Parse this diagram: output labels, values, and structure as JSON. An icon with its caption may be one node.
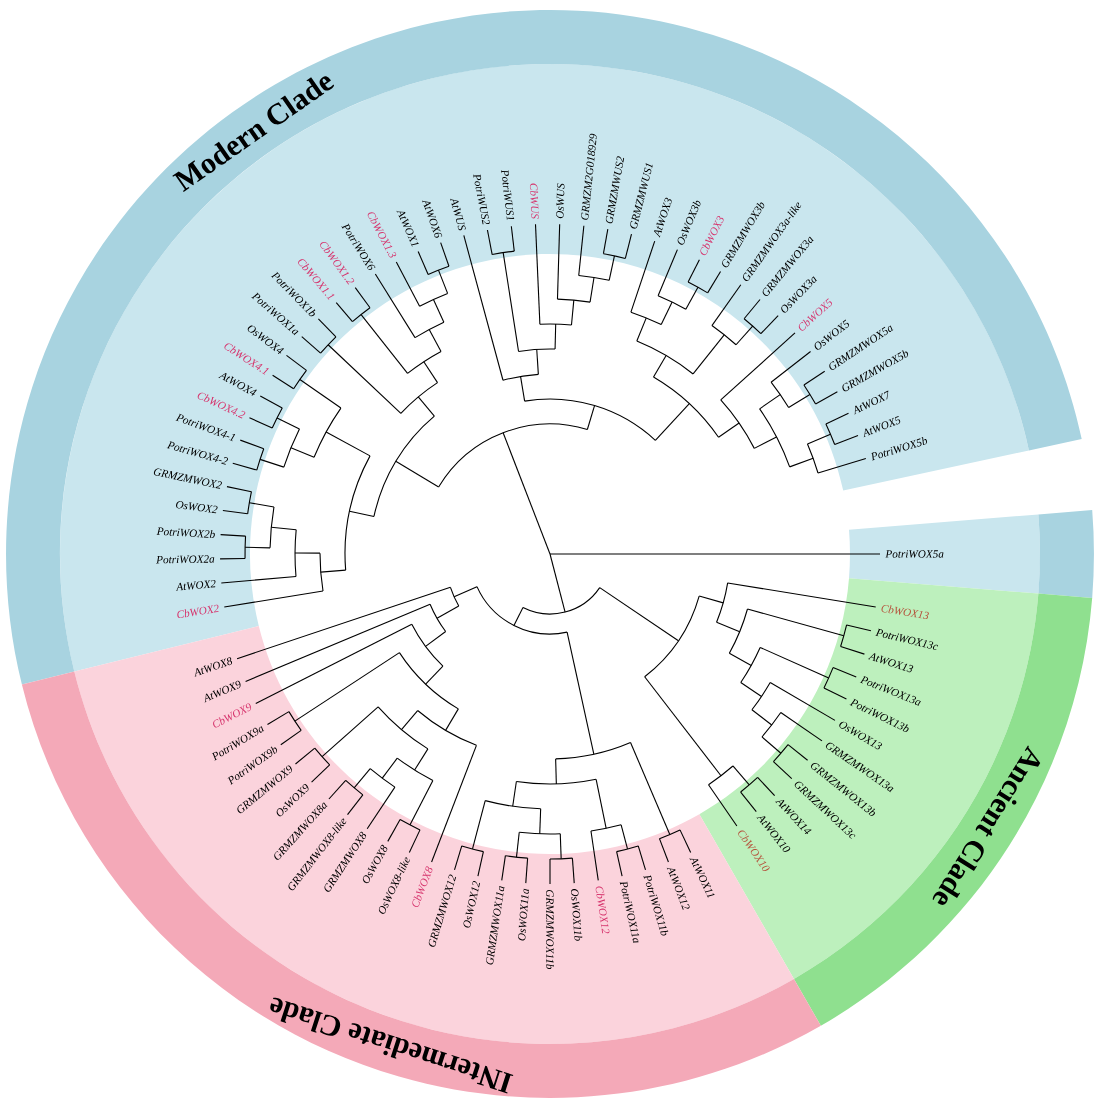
{
  "diagram": {
    "nodes": [
      {
        "text": [
          "Modern Clade"
        ]
      },
      {
        "text": [
          "Ancient Clade"
        ]
      },
      {
        "text": [
          "INtermediate Clade"
        ]
      },
      {
        "text": [
          "PotriWOX5a"
        ],
        "in": 0
      },
      {
        "text": [
          "CbWOX13"
        ],
        "in": 1
      },
      {
        "text": [
          "PotriWOX13c"
        ],
        "in": 1
      },
      {
        "text": [
          "AtWOX13"
        ],
        "in": 1
      },
      {
        "text": [
          "PotriWOX13a"
        ],
        "in": 1
      },
      {
        "text": [
          "PotriWOX13b"
        ],
        "in": 1
      },
      {
        "text": [
          "OsWOX13"
        ],
        "in": 1
      },
      {
        "text": [
          "GRMZMWOX13a"
        ],
        "in": 1
      },
      {
        "text": [
          "GRMZMWOX13b"
        ],
        "in": 1
      },
      {
        "text": [
          "GRMZMWOX13c"
        ],
        "in": 1
      },
      {
        "text": [
          "AtWOX14"
        ],
        "in": 1
      },
      {
        "text": [
          "AtWOX10"
        ],
        "in": 1
      },
      {
        "text": [
          "CbWOX10"
        ],
        "in": 1
      },
      {
        "text": [
          "AtWOX11"
        ],
        "in": 2
      },
      {
        "text": [
          "AtWOX12"
        ],
        "in": 2
      },
      {
        "text": [
          "PotriWOX11b"
        ],
        "in": 2
      },
      {
        "text": [
          "PotriWOX11a"
        ],
        "in": 2
      },
      {
        "text": [
          "CbWOX12"
        ],
        "in": 2
      },
      {
        "text": [
          "OsWOX11b"
        ],
        "in": 2
      },
      {
        "text": [
          "GRMZMWOX11b"
        ],
        "in": 2
      },
      {
        "text": [
          "OsWOX11a"
        ],
        "in": 2
      },
      {
        "text": [
          "GRMZMWOX11a"
        ],
        "in": 2
      },
      {
        "text": [
          "OsWOX12"
        ],
        "in": 2
      },
      {
        "text": [
          "GRMZMWOX12"
        ],
        "in": 2
      },
      {
        "text": [
          "CbWOX8"
        ],
        "in": 2
      },
      {
        "text": [
          "OsWOX8-like"
        ],
        "in": 2
      },
      {
        "text": [
          "OsWOX8"
        ],
        "in": 2
      },
      {
        "text": [
          "GRMZMWOX8"
        ],
        "in": 2
      },
      {
        "text": [
          "GRMZMWOX8-like"
        ],
        "in": 2
      },
      {
        "text": [
          "GRMZMWOX8a"
        ],
        "in": 2
      },
      {
        "text": [
          "OsWOX9"
        ],
        "in": 2
      },
      {
        "text": [
          "GRMZMWOX9"
        ],
        "in": 2
      },
      {
        "text": [
          "PotriWOX9b"
        ],
        "in": 2
      },
      {
        "text": [
          "PotriWOX9a"
        ],
        "in": 2
      },
      {
        "text": [
          "CbWOX9"
        ],
        "in": 2
      },
      {
        "text": [
          "AtWOX9"
        ],
        "in": 2
      },
      {
        "text": [
          "AtWOX8"
        ],
        "in": 2
      },
      {
        "text": [
          "CbWOX2"
        ],
        "in": 0
      },
      {
        "text": [
          "AtWOX2"
        ],
        "in": 0
      },
      {
        "text": [
          "PotriWOX2a"
        ],
        "in": 0
      },
      {
        "text": [
          "PotriWOX2b"
        ],
        "in": 0
      },
      {
        "text": [
          "OsWOX2"
        ],
        "in": 0
      },
      {
        "text": [
          "GRMZMWOX2"
        ],
        "in": 0
      },
      {
        "text": [
          "PotriWOX4-2"
        ],
        "in": 0
      },
      {
        "text": [
          "PotriWOX4-1"
        ],
        "in": 0
      },
      {
        "text": [
          "CbWOX4.2"
        ],
        "in": 0
      },
      {
        "text": [
          "AtWOX4"
        ],
        "in": 0
      },
      {
        "text": [
          "CbWOX4.1"
        ],
        "in": 0
      },
      {
        "text": [
          "OsWOX4"
        ],
        "in": 0
      },
      {
        "text": [
          "PotriWOX1a"
        ],
        "in": 0
      },
      {
        "text": [
          "PotriWOX1b"
        ],
        "in": 0
      },
      {
        "text": [
          "CbWOX1.1"
        ],
        "in": 0
      },
      {
        "text": [
          "CbWOX1.2"
        ],
        "in": 0
      },
      {
        "text": [
          "PotriWOX6"
        ],
        "in": 0
      },
      {
        "text": [
          "CbWOX1.3"
        ],
        "in": 0
      },
      {
        "text": [
          "AtWOX1"
        ],
        "in": 0
      },
      {
        "text": [
          "AtWOX6"
        ],
        "in": 0
      },
      {
        "text": [
          "AtWUS"
        ],
        "in": 0
      },
      {
        "text": [
          "PotriWUS2"
        ],
        "in": 0
      },
      {
        "text": [
          "PotriWUS1"
        ],
        "in": 0
      },
      {
        "text": [
          "CbWUS"
        ],
        "in": 0
      },
      {
        "text": [
          "OsWUS"
        ],
        "in": 0
      },
      {
        "text": [
          "GRMZM2G018929"
        ],
        "in": 0
      },
      {
        "text": [
          "GRMZMWUS2"
        ],
        "in": 0
      },
      {
        "text": [
          "GRMZMWUS1"
        ],
        "in": 0
      },
      {
        "text": [
          "AtWOX3"
        ],
        "in": 0
      },
      {
        "text": [
          "OsWOX3b"
        ],
        "in": 0
      },
      {
        "text": [
          "CbWOX3"
        ],
        "in": 0
      },
      {
        "text": [
          "GRMZMWOX3b"
        ],
        "in": 0
      },
      {
        "text": [
          "GRMZMWOX3a-like"
        ],
        "in": 0
      },
      {
        "text": [
          "GRMZMWOX3a"
        ],
        "in": 0
      },
      {
        "text": [
          "OsWOX3a"
        ],
        "in": 0
      },
      {
        "text": [
          "CbWOX5"
        ],
        "in": 0
      },
      {
        "text": [
          "OsWOX5"
        ],
        "in": 0
      },
      {
        "text": [
          "GRMZMWOX5a"
        ],
        "in": 0
      },
      {
        "text": [
          "GRMZMWOX5b"
        ],
        "in": 0
      },
      {
        "text": [
          "AtWOX7"
        ],
        "in": 0
      },
      {
        "text": [
          "AtWOX5"
        ],
        "in": 0
      },
      {
        "text": [
          "PotriWOX5b"
        ],
        "in": 0
      }
    ]
  }
}
